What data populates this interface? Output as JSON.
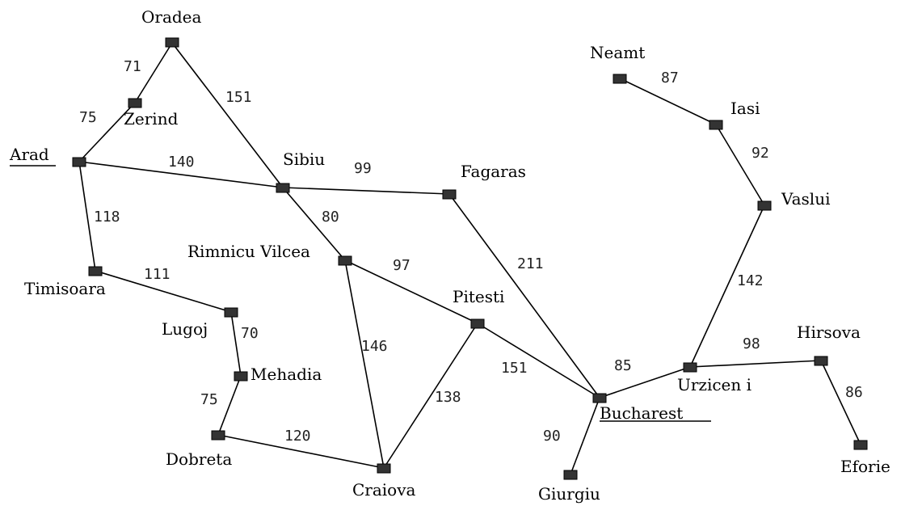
{
  "map": {
    "cities": {
      "Oradea": "Oradea",
      "Zerind": "Zerind",
      "Arad": "Arad",
      "Timisoara": "Timisoara",
      "Lugoj": "Lugoj",
      "Mehadia": "Mehadia",
      "Dobreta": "Dobreta",
      "Sibiu": "Sibiu",
      "RimnicuVilcea": "Rimnicu Vilcea",
      "Craiova": "Craiova",
      "Fagaras": "Fagaras",
      "Pitesti": "Pitesti",
      "Bucharest": "Bucharest",
      "Giurgiu": "Giurgiu",
      "Urziceni": "Urzicen i",
      "Hirsova": "Hirsova",
      "Eforie": "Eforie",
      "Vaslui": "Vaslui",
      "Iasi": "Iasi",
      "Neamt": "Neamt"
    },
    "roads": [
      {
        "id": "oradea-zerind",
        "distance": "71"
      },
      {
        "id": "zerind-arad",
        "distance": "75"
      },
      {
        "id": "oradea-sibiu",
        "distance": "151"
      },
      {
        "id": "arad-sibiu",
        "distance": "140"
      },
      {
        "id": "arad-timisoara",
        "distance": "118"
      },
      {
        "id": "timisoara-lugoj",
        "distance": "111"
      },
      {
        "id": "lugoj-mehadia",
        "distance": "70"
      },
      {
        "id": "mehadia-dobreta",
        "distance": "75"
      },
      {
        "id": "dobreta-craiova",
        "distance": "120"
      },
      {
        "id": "sibiu-fagaras",
        "distance": "99"
      },
      {
        "id": "sibiu-rimnicu",
        "distance": "80"
      },
      {
        "id": "rimnicu-pitesti",
        "distance": "97"
      },
      {
        "id": "rimnicu-craiova",
        "distance": "146"
      },
      {
        "id": "craiova-pitesti",
        "distance": "138"
      },
      {
        "id": "fagaras-bucharest",
        "distance": "211"
      },
      {
        "id": "pitesti-bucharest",
        "distance": "151"
      },
      {
        "id": "bucharest-giurgiu",
        "distance": "90"
      },
      {
        "id": "bucharest-urziceni",
        "distance": "85"
      },
      {
        "id": "urziceni-hirsova",
        "distance": "98"
      },
      {
        "id": "hirsova-eforie",
        "distance": "86"
      },
      {
        "id": "urziceni-vaslui",
        "distance": "142"
      },
      {
        "id": "vaslui-iasi",
        "distance": "92"
      },
      {
        "id": "iasi-neamt",
        "distance": "87"
      }
    ]
  }
}
